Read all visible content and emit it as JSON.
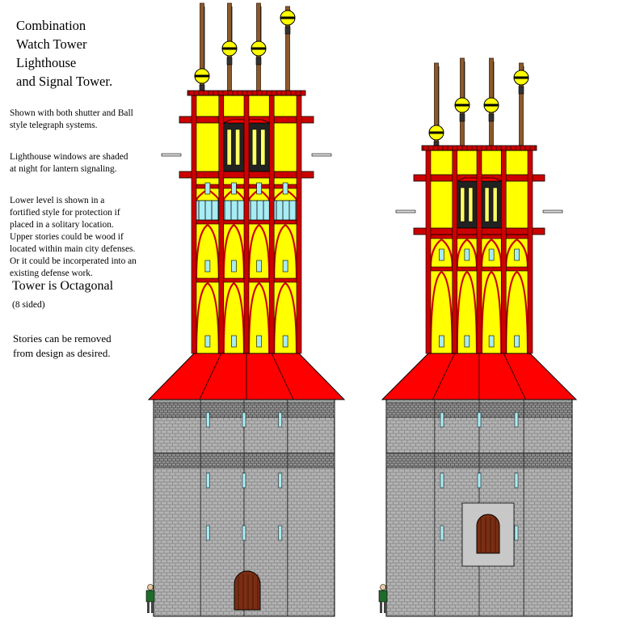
{
  "title": "Combination\nWatch Tower\nLighthouse\nand Signal Tower.",
  "notes": [
    "Shown with both shutter and Ball\nstyle telegraph systems.",
    "Lighthouse windows are shaded\nat night for lantern signaling.",
    "Lower level is shown in a\nfortified style for protection if\nplaced in a solitary location.\nUpper stories could be wood if\nlocated within main city defenses.\nOr it could be incorperated into an\nexisting defense work."
  ],
  "octagonal": "Tower is Octagonal",
  "sided": "(8 sided)",
  "stories_note": "Stories can be removed\nfrom design as desired.",
  "colors": {
    "wood": "#cc0000",
    "panel": "#ffff00",
    "roof": "#ff0000",
    "stone": "#8c8c8c",
    "mortar": "#3a3a3a",
    "window": "#a8ecf4",
    "mast": "#8b5a2b",
    "door": "#7a2e12",
    "ball_band": "#000000"
  },
  "towers": [
    {
      "name": "tall-tower",
      "upper_stories": 3
    },
    {
      "name": "short-tower",
      "upper_stories": 2
    }
  ]
}
